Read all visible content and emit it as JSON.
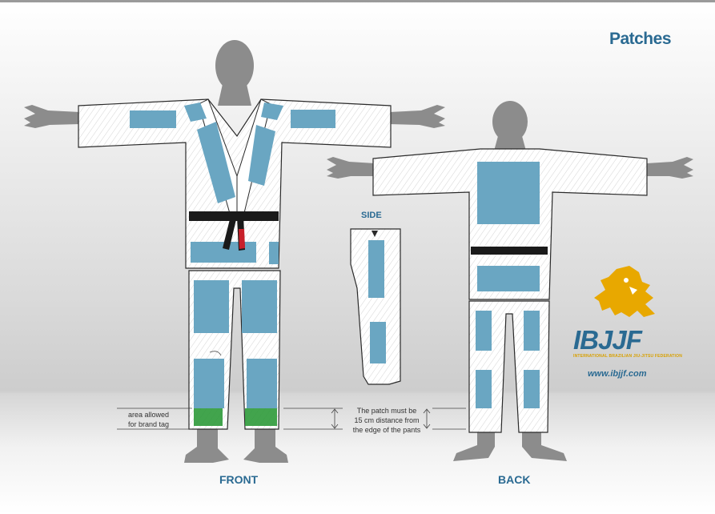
{
  "title": "Patches",
  "views": {
    "front": "FRONT",
    "back": "BACK",
    "side": "SIDE"
  },
  "notes": {
    "brand_tag": "area allowed\nfor brand tag",
    "distance": "The patch must be\n15 cm distance from\nthe edge of the pants"
  },
  "logo": {
    "name": "IBJJF",
    "subtitle": "INTERNATIONAL BRAZILIAN JIU-JITSU FEDERATION",
    "website": "www.ibjjf.com",
    "icon": "lion-icon"
  },
  "colors": {
    "patch_area": "#6aa6c2",
    "brand_tag_area": "#2d9a3a",
    "text_accent": "#2a6a92",
    "logo_gold": "#e8a800",
    "body": "#8c8c8c",
    "belt": "#1a1a1a",
    "belt_bar": "#c8202a"
  }
}
